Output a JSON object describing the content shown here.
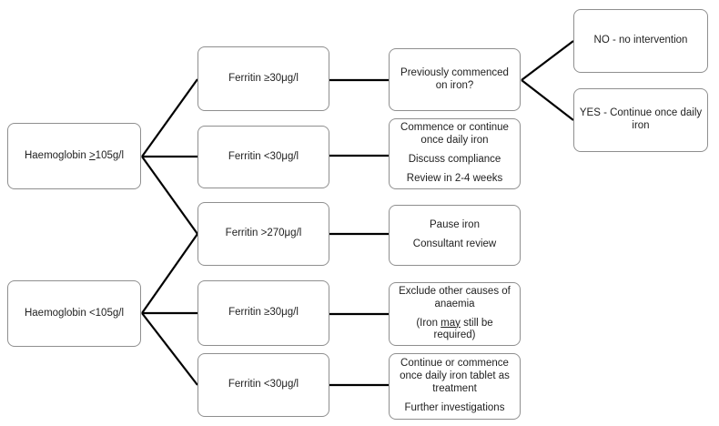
{
  "diagram": {
    "nodes": {
      "hb_high": {
        "pre": "Haemoglobin ",
        "op": ">",
        "post": "105g/l"
      },
      "hb_low": {
        "label": "Haemoglobin <105g/l"
      },
      "ferritin_ge30_top": {
        "label": "Ferritin ≥30μg/l"
      },
      "ferritin_lt30_top": {
        "label": "Ferritin <30μg/l"
      },
      "ferritin_gt270": {
        "label": "Ferritin >270μg/l"
      },
      "ferritin_ge30_bottom": {
        "label": "Ferritin ≥30μg/l"
      },
      "ferritin_lt30_bottom": {
        "label": "Ferritin <30μg/l"
      },
      "previously_commenced": {
        "label": "Previously commenced on iron?"
      },
      "commence_continue": {
        "lines": [
          "Commence or continue once daily iron",
          "Discuss compliance",
          "Review in 2-4 weeks"
        ]
      },
      "pause_iron": {
        "lines": [
          "Pause iron",
          "Consultant review"
        ]
      },
      "exclude_causes": {
        "line1": "Exclude other causes of anaemia",
        "line2_pre": "(Iron ",
        "line2_u": "may",
        "line2_post": " still be required)"
      },
      "continue_commence": {
        "lines": [
          "Continue or commence once daily iron tablet as treatment",
          "Further investigations"
        ]
      },
      "no_intervention": {
        "label": "NO - no intervention"
      },
      "yes_continue": {
        "label": "YES - Continue once daily iron"
      }
    },
    "colors": {
      "line": "#000000",
      "box_border": "#8f8f8f",
      "text": "#1f1f1f",
      "background": "#ffffff"
    }
  }
}
